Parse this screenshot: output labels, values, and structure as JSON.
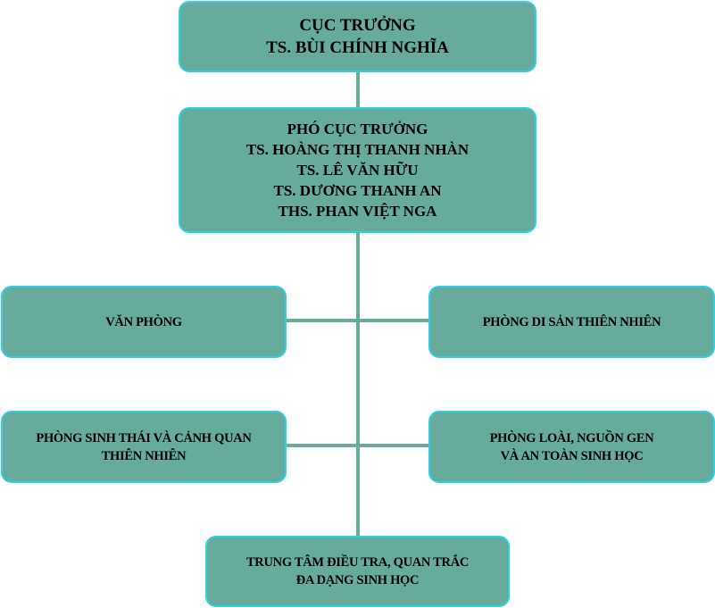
{
  "director": {
    "title": "CỤC TRƯỞNG",
    "name": "TS. BÙI CHÍNH NGHĨA"
  },
  "deputies": {
    "title": "PHÓ CỤC TRƯỞNG",
    "names": [
      "TS. HOÀNG THỊ THANH NHÀN",
      "TS. LÊ VĂN HỮU",
      "TS. DƯƠNG THANH AN",
      "THS. PHAN VIỆT NGA"
    ]
  },
  "units": {
    "office": [
      "VĂN PHÒNG"
    ],
    "natural_heritage": [
      "PHÒNG DI SẢN THIÊN NHIÊN"
    ],
    "ecology": [
      "PHÒNG SINH THÁI VÀ CẢNH QUAN",
      "THIÊN NHIÊN"
    ],
    "species": [
      "PHÒNG LOÀI, NGUỒN GEN",
      "VÀ AN TOÀN SINH HỌC"
    ],
    "center": [
      "TRUNG TÂM ĐIỀU TRA, QUAN TRẮC",
      "ĐA DẠNG SINH HỌC"
    ]
  },
  "colors": {
    "box_fill": "#66ab9c",
    "box_border": "#2fd0e0",
    "connector": "#66ab9c"
  }
}
